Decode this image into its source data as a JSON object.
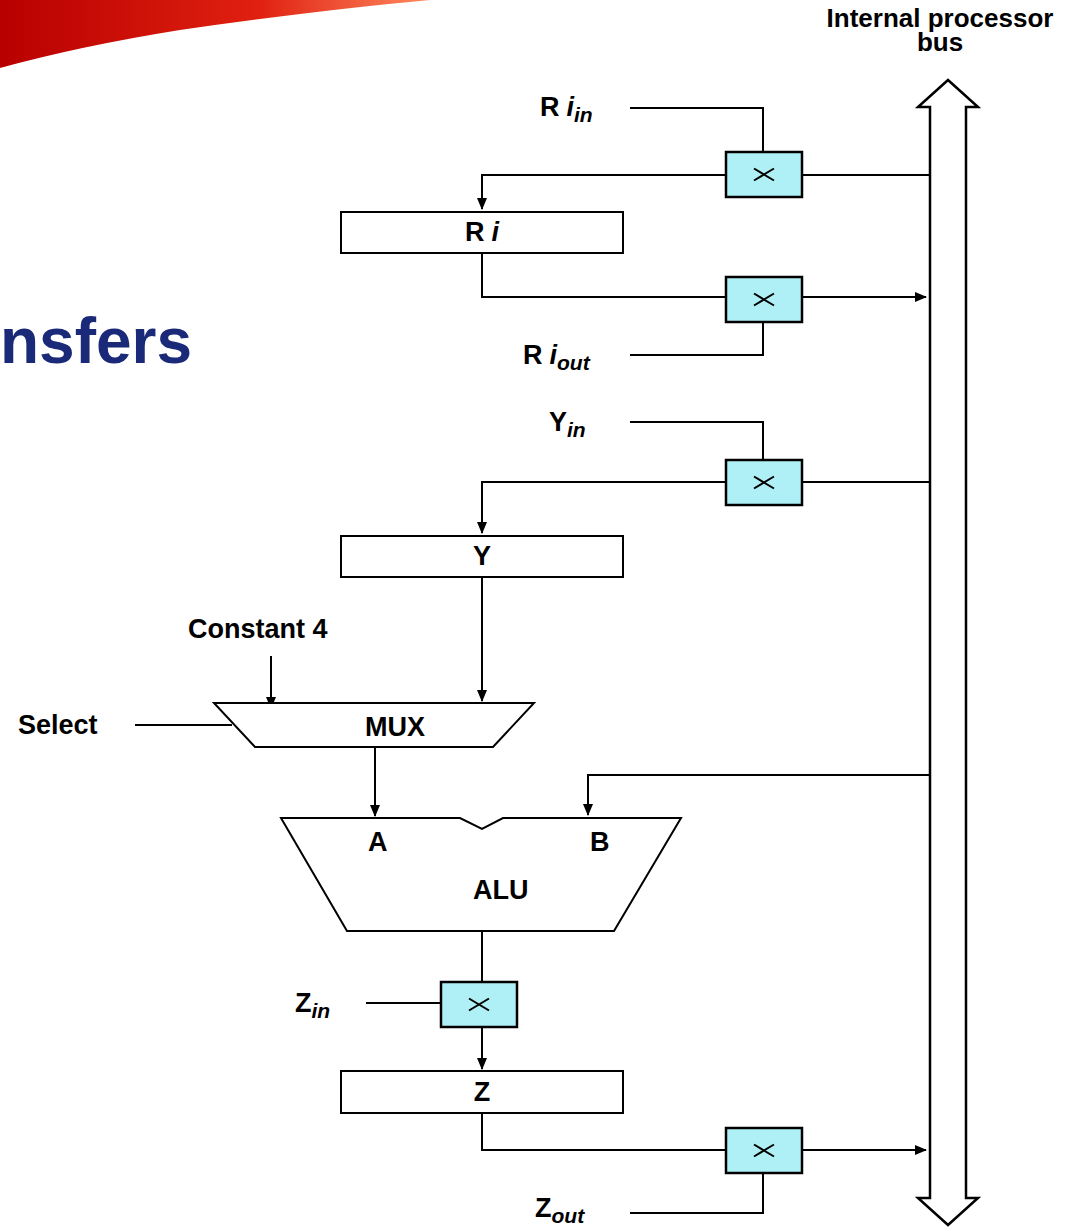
{
  "diagram": {
    "title": "nsfers",
    "nodes": [
      {
        "text": [
          "R",
          "i"
        ]
      },
      {
        "text": [
          "Y"
        ]
      },
      {
        "text": [
          "MUX"
        ]
      },
      {
        "text": [
          "A",
          "B",
          "ALU"
        ]
      },
      {
        "text": [
          "Z"
        ]
      }
    ],
    "edges": [
      {
        "from": 1,
        "to": 2,
        "arrow": "to"
      },
      {
        "from": 2,
        "to": 3,
        "arrow": "to"
      },
      {
        "from": 3,
        "to": 4,
        "arrow": "to"
      }
    ],
    "labels": [
      "Internal processor bus",
      "R",
      "i",
      "in",
      "R",
      "i",
      "out",
      "Y",
      "in",
      "Constant 4",
      "Select",
      "Z",
      "in",
      "Z",
      "out"
    ]
  }
}
